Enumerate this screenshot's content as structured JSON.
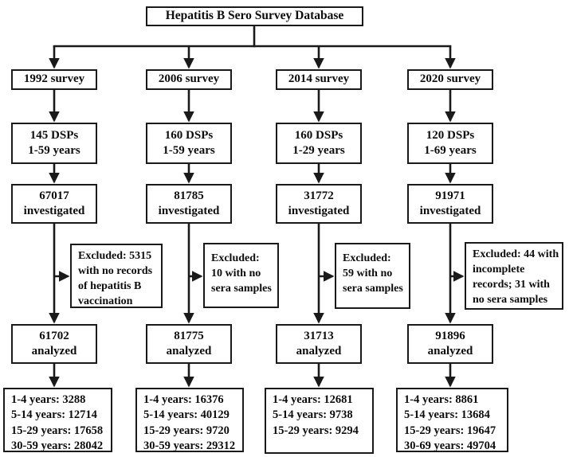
{
  "title": "Hepatitis B Sero Survey Database",
  "columns": [
    {
      "survey": "1992 survey",
      "dsps_line1": "145 DSPs",
      "dsps_line2": "1-59 years",
      "investigated_value": "67017",
      "investigated_label": "investigated",
      "excluded_lines": [
        "Excluded: 5315",
        "with no records",
        "of hepatitis B",
        "vaccination"
      ],
      "analyzed_value": "61702",
      "analyzed_label": "analyzed",
      "age_groups": [
        "1-4 years: 3288",
        "5-14 years: 12714",
        "15-29 years: 17658",
        "30-59 years: 28042"
      ]
    },
    {
      "survey": "2006 survey",
      "dsps_line1": "160 DSPs",
      "dsps_line2": "1-59 years",
      "investigated_value": "81785",
      "investigated_label": "investigated",
      "excluded_lines": [
        "Excluded:",
        "10 with no",
        "sera samples"
      ],
      "analyzed_value": "81775",
      "analyzed_label": "analyzed",
      "age_groups": [
        "1-4 years: 16376",
        "5-14 years: 40129",
        "15-29 years: 9720",
        "30-59 years: 29312"
      ]
    },
    {
      "survey": "2014 survey",
      "dsps_line1": "160 DSPs",
      "dsps_line2": "1-29 years",
      "investigated_value": "31772",
      "investigated_label": "investigated",
      "excluded_lines": [
        "Excluded:",
        "59 with no",
        "sera samples"
      ],
      "analyzed_value": "31713",
      "analyzed_label": "analyzed",
      "age_groups": [
        "1-4 years: 12681",
        "5-14 years: 9738",
        "15-29 years: 9294"
      ]
    },
    {
      "survey": "2020 survey",
      "dsps_line1": "120 DSPs",
      "dsps_line2": "1-69 years",
      "investigated_value": "91971",
      "investigated_label": "investigated",
      "excluded_lines": [
        "Excluded: 44 with",
        "incomplete",
        "records; 31 with",
        "no sera samples"
      ],
      "analyzed_value": "91896",
      "analyzed_label": "analyzed",
      "age_groups": [
        "1-4 years: 8861",
        "5-14 years: 13684",
        "15-29 years: 19647",
        "30-69 years: 49704"
      ]
    }
  ],
  "colors": {
    "line": "#1a1a1a",
    "border": "#1a1a1a",
    "text": "#0d0d0d",
    "background": "#ffffff"
  }
}
